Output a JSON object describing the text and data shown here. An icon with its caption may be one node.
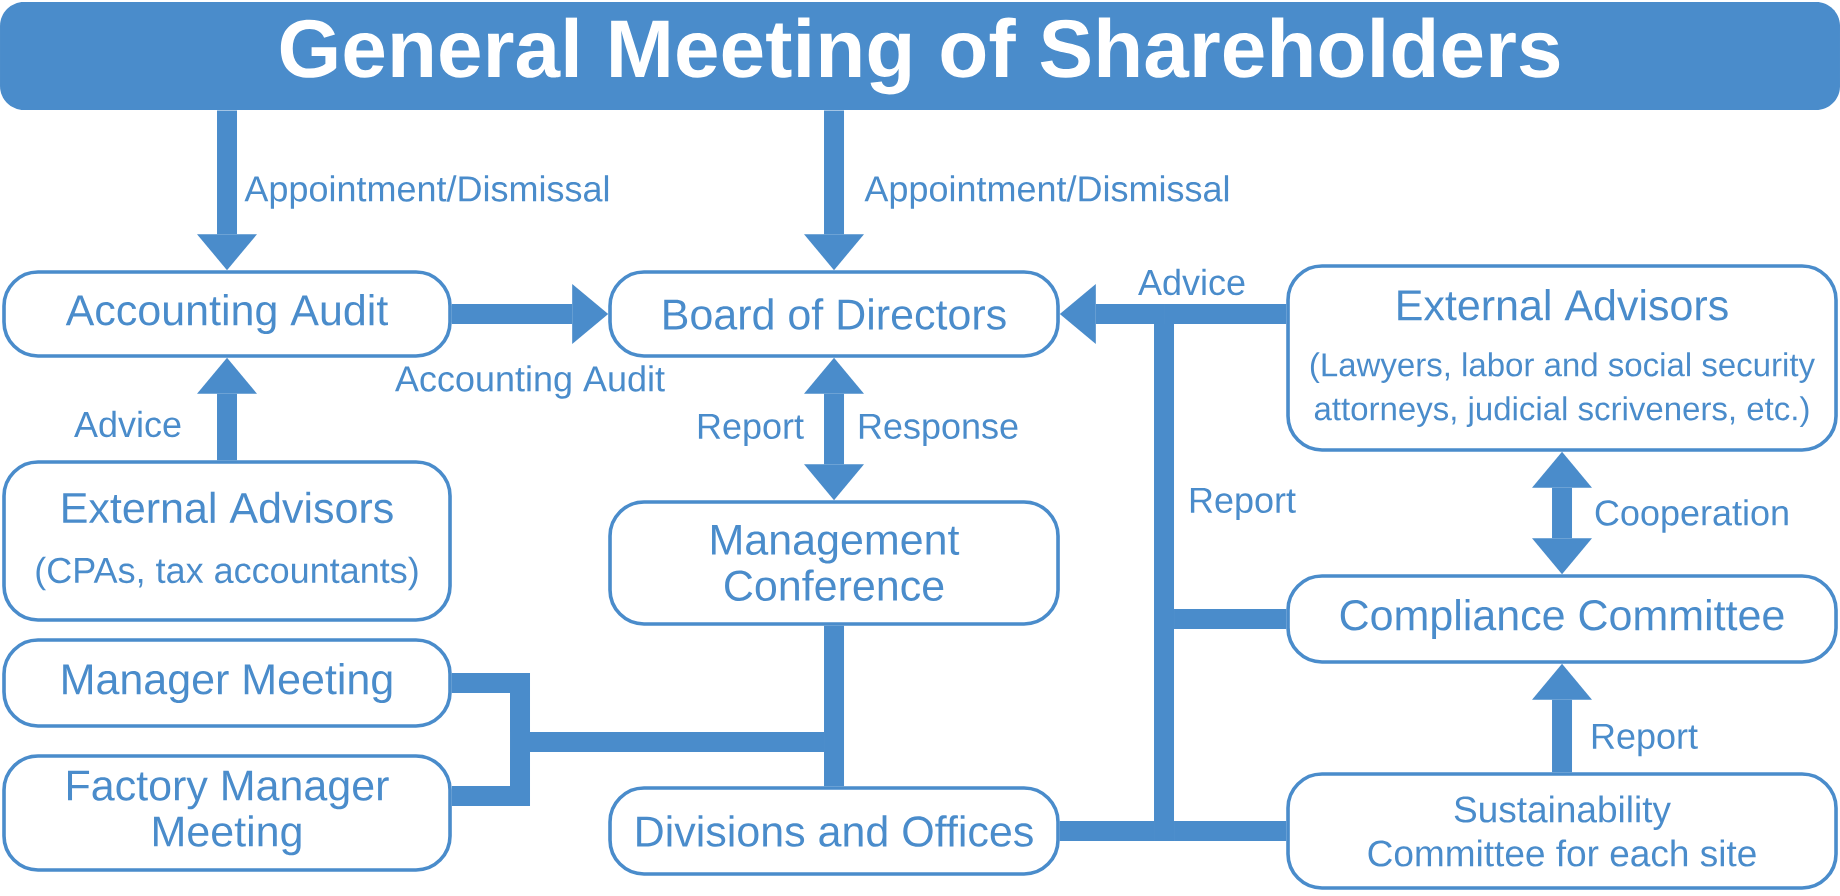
{
  "diagram": {
    "nodes": [
      {
        "text": [
          "General Meeting of Shareholders"
        ]
      },
      {
        "text": [
          "Accounting Audit"
        ]
      },
      {
        "text": [
          "Board of Directors"
        ]
      },
      {
        "text": [
          "External Advisors",
          "(Lawyers, labor and social security attorneys, judicial scriveners, etc.)"
        ]
      },
      {
        "text": [
          "External Advisors",
          "(CPAs, tax accountants)"
        ]
      },
      {
        "text": [
          "Management Conference"
        ]
      },
      {
        "text": [
          "Compliance Committee"
        ]
      },
      {
        "text": [
          "Manager Meeting"
        ]
      },
      {
        "text": [
          "Factory Manager Meeting"
        ]
      },
      {
        "text": [
          "Divisions and Offices"
        ]
      },
      {
        "text": [
          "Sustainability Committee for each site"
        ]
      }
    ],
    "edges": [
      {
        "from": 0,
        "to": 1,
        "arrow": "to",
        "label": "Appointment/Dismissal"
      },
      {
        "from": 0,
        "to": 2,
        "arrow": "to",
        "label": "Appointment/Dismissal"
      },
      {
        "from": 1,
        "to": 2,
        "arrow": "to",
        "label": "Accounting Audit"
      },
      {
        "from": 4,
        "to": 1,
        "arrow": "to",
        "label": "Advice"
      },
      {
        "from": 2,
        "to": 5,
        "arrow": "both",
        "label": "Report"
      },
      {
        "from": 3,
        "to": 2,
        "arrow": "to",
        "label": "Advice"
      },
      {
        "from": 6,
        "to": 2,
        "arrow": "to",
        "label": "Report"
      },
      {
        "from": 9,
        "to": 2,
        "arrow": "to"
      },
      {
        "from": 10,
        "to": 2,
        "arrow": "to"
      },
      {
        "from": 3,
        "to": 6,
        "arrow": "both",
        "label": "Cooperation"
      },
      {
        "from": 10,
        "to": 6,
        "arrow": "to",
        "label": "Report"
      },
      {
        "from": 5,
        "to": 9,
        "arrow": "none"
      },
      {
        "from": 7,
        "to": 9,
        "arrow": "none"
      },
      {
        "from": 8,
        "to": 9,
        "arrow": "none"
      }
    ],
    "labels": [
      "Response"
    ]
  }
}
